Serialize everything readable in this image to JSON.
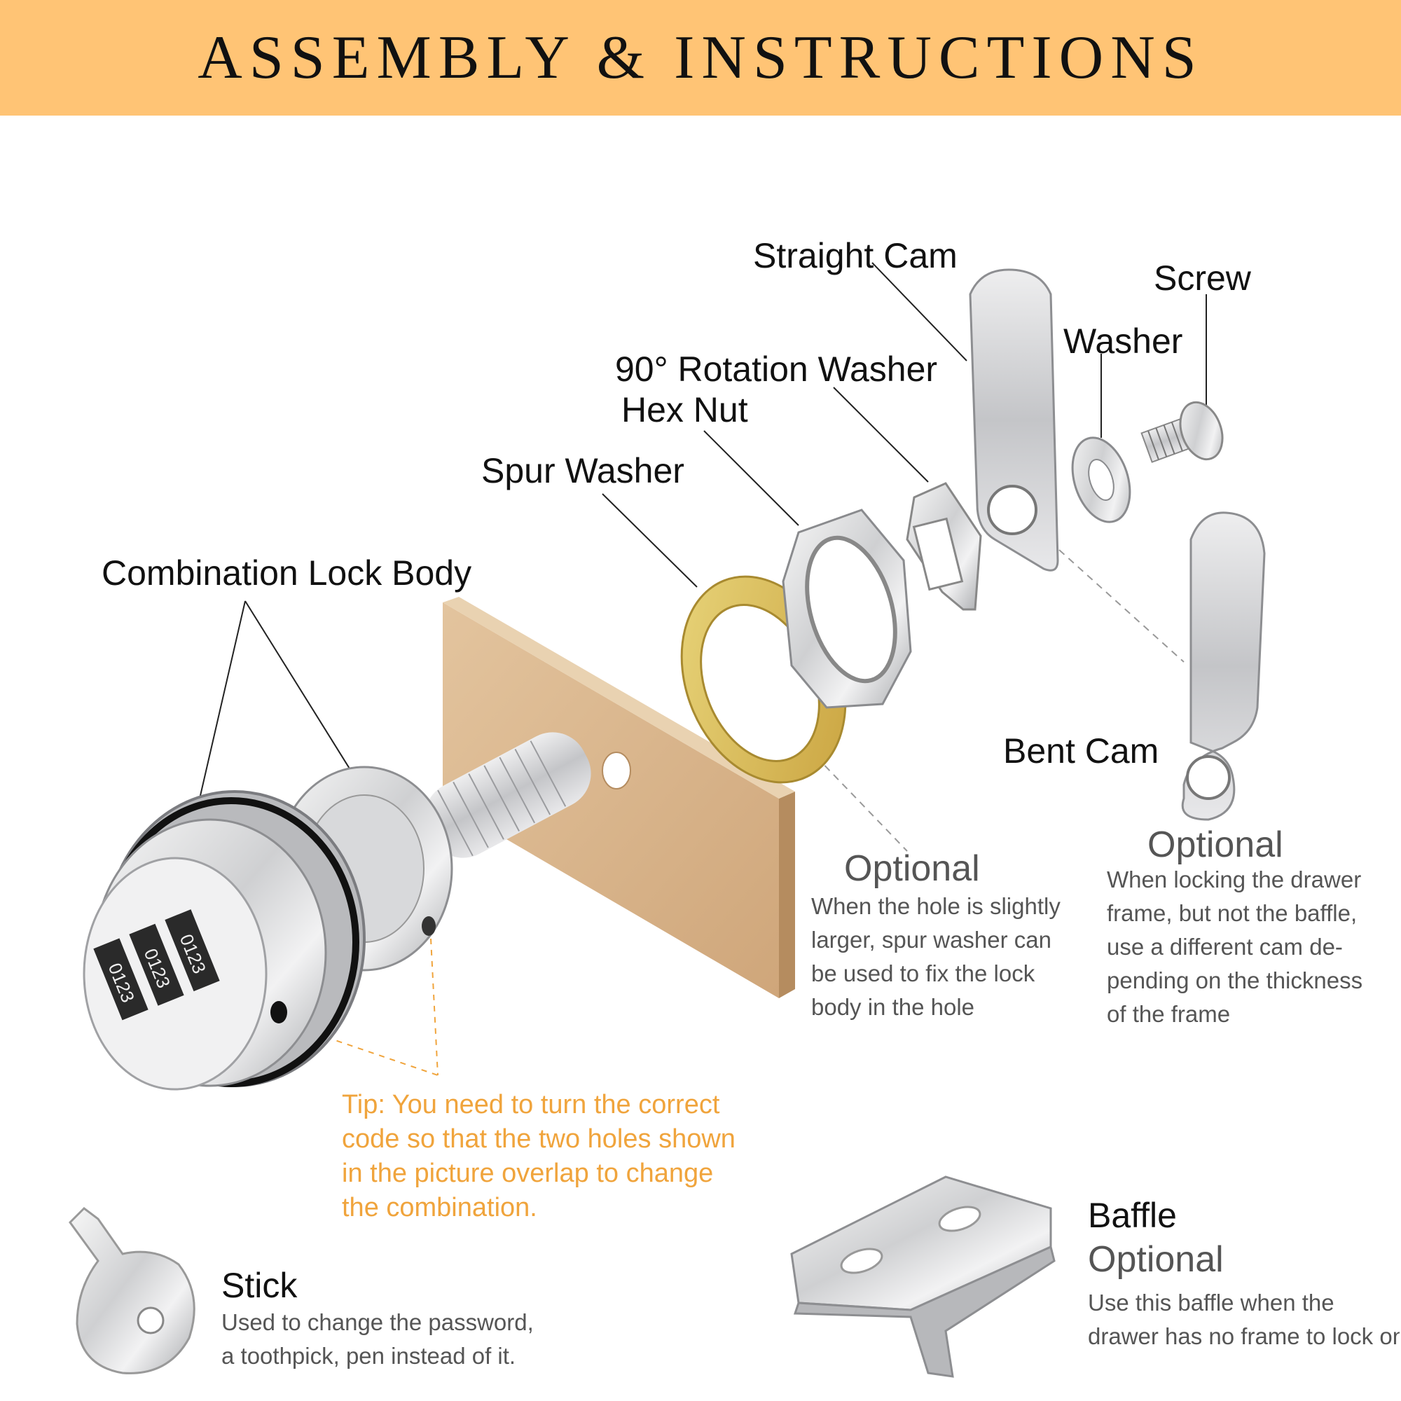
{
  "title": "ASSEMBLY & INSTRUCTIONS",
  "labels": {
    "straight_cam": "Straight Cam",
    "screw": "Screw",
    "washer": "Washer",
    "rotation_washer": "90° Rotation Washer",
    "hex_nut": "Hex Nut",
    "spur_washer": "Spur Washer",
    "lock_body": "Combination Lock Body",
    "bent_cam": "Bent Cam",
    "stick": "Stick",
    "baffle": "Baffle"
  },
  "spur_note": {
    "heading": "Optional",
    "text": "When the hole is slightly\nlarger, spur washer can\nbe used to fix the lock\nbody in the hole"
  },
  "cam_note": {
    "heading": "Optional",
    "text": "When locking the drawer\nframe, but not the baffle,\nuse a different cam de-\npending on the thickness\nof the frame"
  },
  "tip": "Tip: You need to turn the correct\ncode so that the two holes shown\nin the picture overlap to change\nthe combination.",
  "stick_note": "Used to change the password,\na toothpick, pen instead of it.",
  "baffle_note": {
    "heading": "Optional",
    "text": "Use this baffle when the\ndrawer has no frame to lock on"
  },
  "dial_digits": [
    "0123",
    "0123",
    "0123"
  ],
  "colors": {
    "banner": "#ffc475",
    "tip": "#f0a43c",
    "wood": "#d9b58b",
    "brass": "#d8bd52"
  }
}
